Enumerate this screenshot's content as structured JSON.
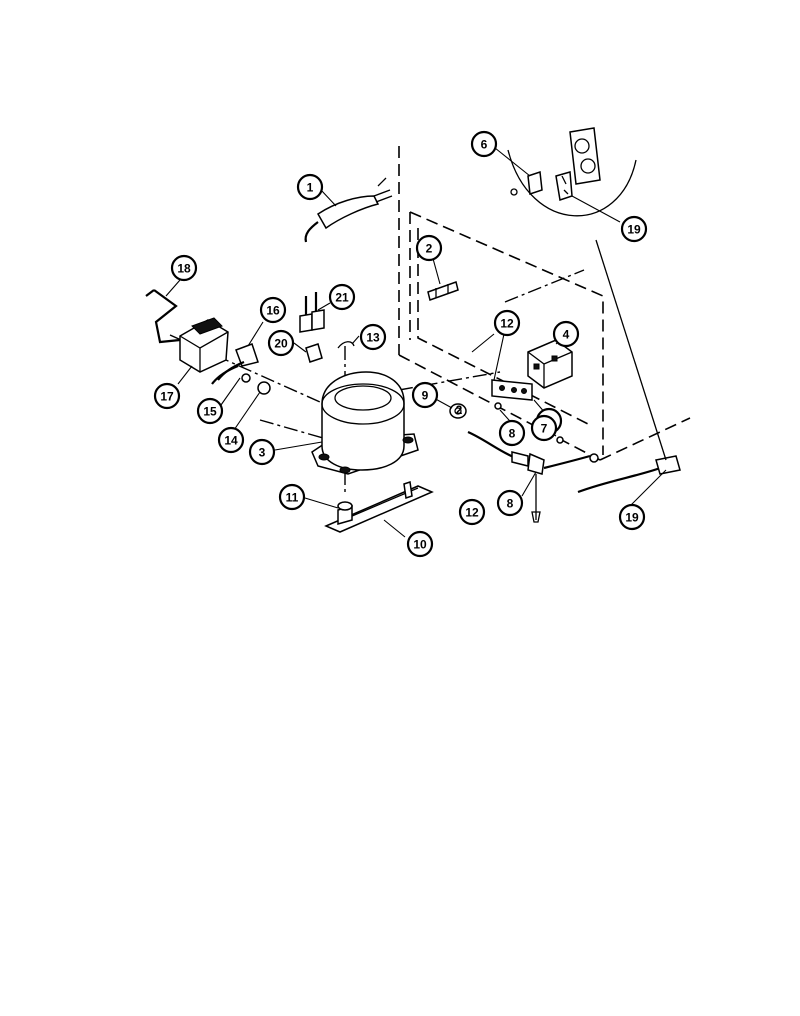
{
  "diagram": {
    "callouts": [
      {
        "id": "c1",
        "label": "1"
      },
      {
        "id": "c2",
        "label": "2"
      },
      {
        "id": "c3",
        "label": "3"
      },
      {
        "id": "c4",
        "label": "4"
      },
      {
        "id": "c5",
        "label": "5"
      },
      {
        "id": "c6",
        "label": "6"
      },
      {
        "id": "c7",
        "label": "7"
      },
      {
        "id": "c8a",
        "label": "8"
      },
      {
        "id": "c8b",
        "label": "8"
      },
      {
        "id": "c9",
        "label": "9"
      },
      {
        "id": "c10",
        "label": "10"
      },
      {
        "id": "c11",
        "label": "11"
      },
      {
        "id": "c12a",
        "label": "12"
      },
      {
        "id": "c12b",
        "label": "12"
      },
      {
        "id": "c13",
        "label": "13"
      },
      {
        "id": "c14",
        "label": "14"
      },
      {
        "id": "c15",
        "label": "15"
      },
      {
        "id": "c16",
        "label": "16"
      },
      {
        "id": "c17",
        "label": "17"
      },
      {
        "id": "c18",
        "label": "18"
      },
      {
        "id": "c19a",
        "label": "19"
      },
      {
        "id": "c19b",
        "label": "19"
      },
      {
        "id": "c20",
        "label": "20"
      },
      {
        "id": "c21",
        "label": "21"
      }
    ]
  }
}
